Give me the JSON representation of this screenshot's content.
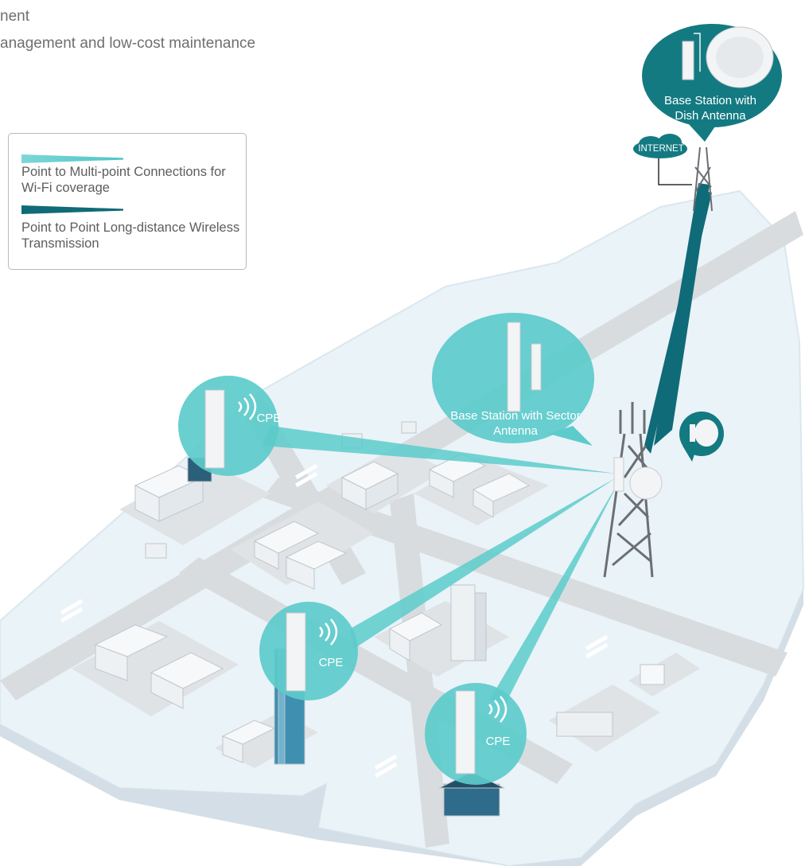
{
  "heading": {
    "line1": "nent",
    "line2": "anagement and low-cost maintenance"
  },
  "legend": {
    "items": [
      {
        "label": "Point to Multi-point Connections for Wi-Fi coverage",
        "color": "#5ccbcb"
      },
      {
        "label": "Point to Point Long-distance Wireless Transmission",
        "color": "#0f6b77"
      }
    ]
  },
  "labels": {
    "dish_station": "Base Station with Dish Antenna",
    "sector_station": "Base Station with Sector Antenna",
    "cpe_left": "CPE",
    "cpe_middle": "CPE",
    "cpe_bottom": "CPE",
    "internet": "INTERNET"
  },
  "colors": {
    "teal_light": "#5ccbcb",
    "teal_dark": "#0f6b77",
    "ground": "#eaf3f8",
    "road": "#d8dadc"
  }
}
